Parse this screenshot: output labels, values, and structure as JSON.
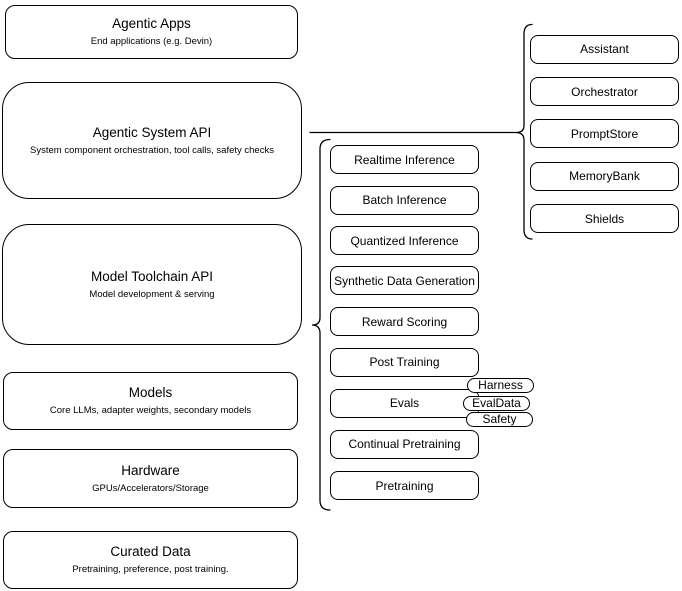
{
  "colors": {
    "stroke": "#000000",
    "text": "#000000",
    "background": "#ffffff"
  },
  "left_stack": [
    {
      "title": "Agentic Apps",
      "subtitle": "End applications (e.g. Devin)"
    },
    {
      "title": "Agentic System API",
      "subtitle": "System component orchestration, tool calls, safety checks"
    },
    {
      "title": "Model Toolchain API",
      "subtitle": "Model development & serving"
    },
    {
      "title": "Models",
      "subtitle": "Core LLMs, adapter weights, secondary models"
    },
    {
      "title": "Hardware",
      "subtitle": "GPUs/Accelerators/Storage"
    },
    {
      "title": "Curated Data",
      "subtitle": "Pretraining, preference, post training."
    }
  ],
  "toolchain_items": [
    {
      "label": "Realtime Inference"
    },
    {
      "label": "Batch Inference"
    },
    {
      "label": "Quantized Inference"
    },
    {
      "label": "Synthetic Data Generation"
    },
    {
      "label": "Reward Scoring"
    },
    {
      "label": "Post Training"
    },
    {
      "label": "Evals"
    },
    {
      "label": "Continual Pretraining"
    },
    {
      "label": "Pretraining"
    }
  ],
  "system_components": [
    {
      "label": "Assistant"
    },
    {
      "label": "Orchestrator"
    },
    {
      "label": "PromptStore"
    },
    {
      "label": "MemoryBank"
    },
    {
      "label": "Shields"
    }
  ],
  "eval_tags": [
    {
      "label": "Harness"
    },
    {
      "label": "EvalData"
    },
    {
      "label": "Safety"
    }
  ]
}
